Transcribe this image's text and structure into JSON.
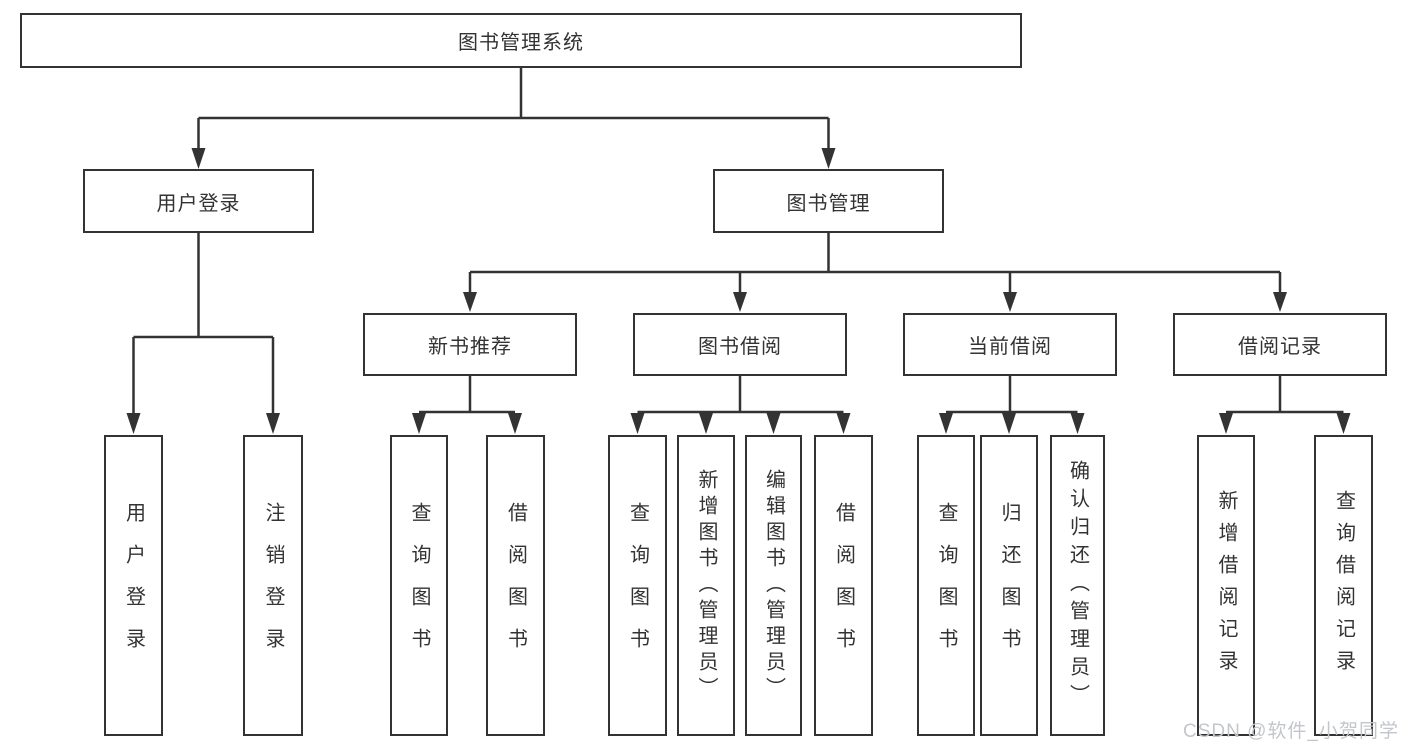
{
  "tree": {
    "root": "图书管理系统",
    "branches": [
      {
        "label": "用户登录",
        "children": [
          "用户登录",
          "注销登录"
        ]
      },
      {
        "label": "图书管理",
        "sections": [
          {
            "label": "新书推荐",
            "children": [
              "查询图书",
              "借阅图书"
            ]
          },
          {
            "label": "图书借阅",
            "children": [
              "查询图书",
              "新增图书（管理员）",
              "编辑图书（管理员）",
              "借阅图书"
            ]
          },
          {
            "label": "当前借阅",
            "children": [
              "查询图书",
              "归还图书",
              "确认归还（管理员）"
            ]
          },
          {
            "label": "借阅记录",
            "children": [
              "新增借阅记录",
              "查询借阅记录"
            ]
          }
        ]
      }
    ]
  },
  "watermark": "CSDN @软件_小贺同学",
  "colors": {
    "line": "#333333",
    "text": "#333333",
    "watermark": "#c3c6cb"
  }
}
